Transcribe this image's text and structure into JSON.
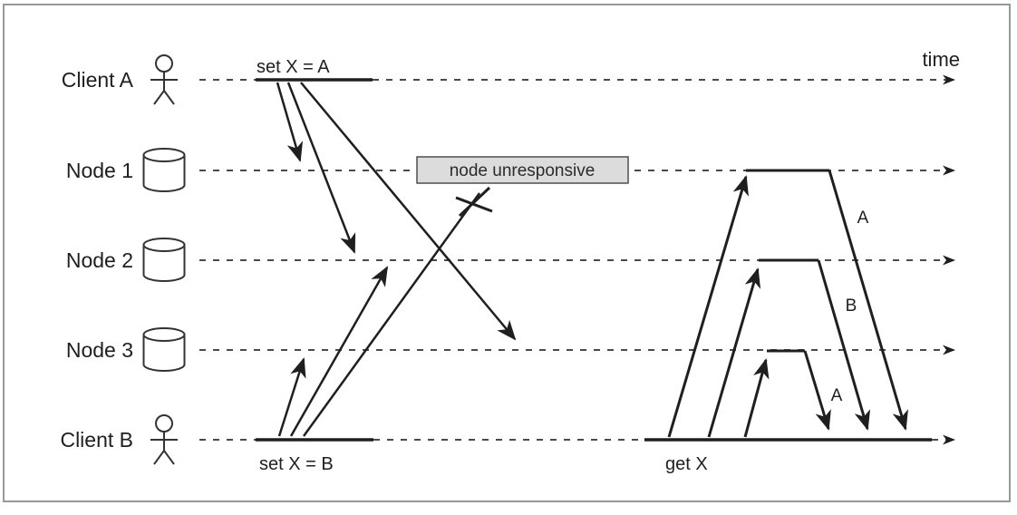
{
  "diagram": {
    "time_label": "time",
    "lanes": [
      {
        "label": "Client A",
        "icon": "person-icon"
      },
      {
        "label": "Node 1",
        "icon": "database-icon"
      },
      {
        "label": "Node 2",
        "icon": "database-icon"
      },
      {
        "label": "Node 3",
        "icon": "database-icon"
      },
      {
        "label": "Client B",
        "icon": "person-icon"
      }
    ],
    "events": {
      "set_x_a_label": "set X = A",
      "set_x_b_label": "set X = B",
      "get_x_label": "get X",
      "node_unresponsive_label": "node unresponsive"
    },
    "read_responses": [
      {
        "from": "Node 1",
        "value": "A"
      },
      {
        "from": "Node 2",
        "value": "B"
      },
      {
        "from": "Node 3",
        "value": "A"
      }
    ],
    "colors": {
      "line": "#1f1f1f",
      "dash": "#4a4a4a",
      "box_fill": "#dcdcdc",
      "box_border": "#4f4f4f",
      "frame_border": "#97989a",
      "background": "#ffffff"
    }
  }
}
